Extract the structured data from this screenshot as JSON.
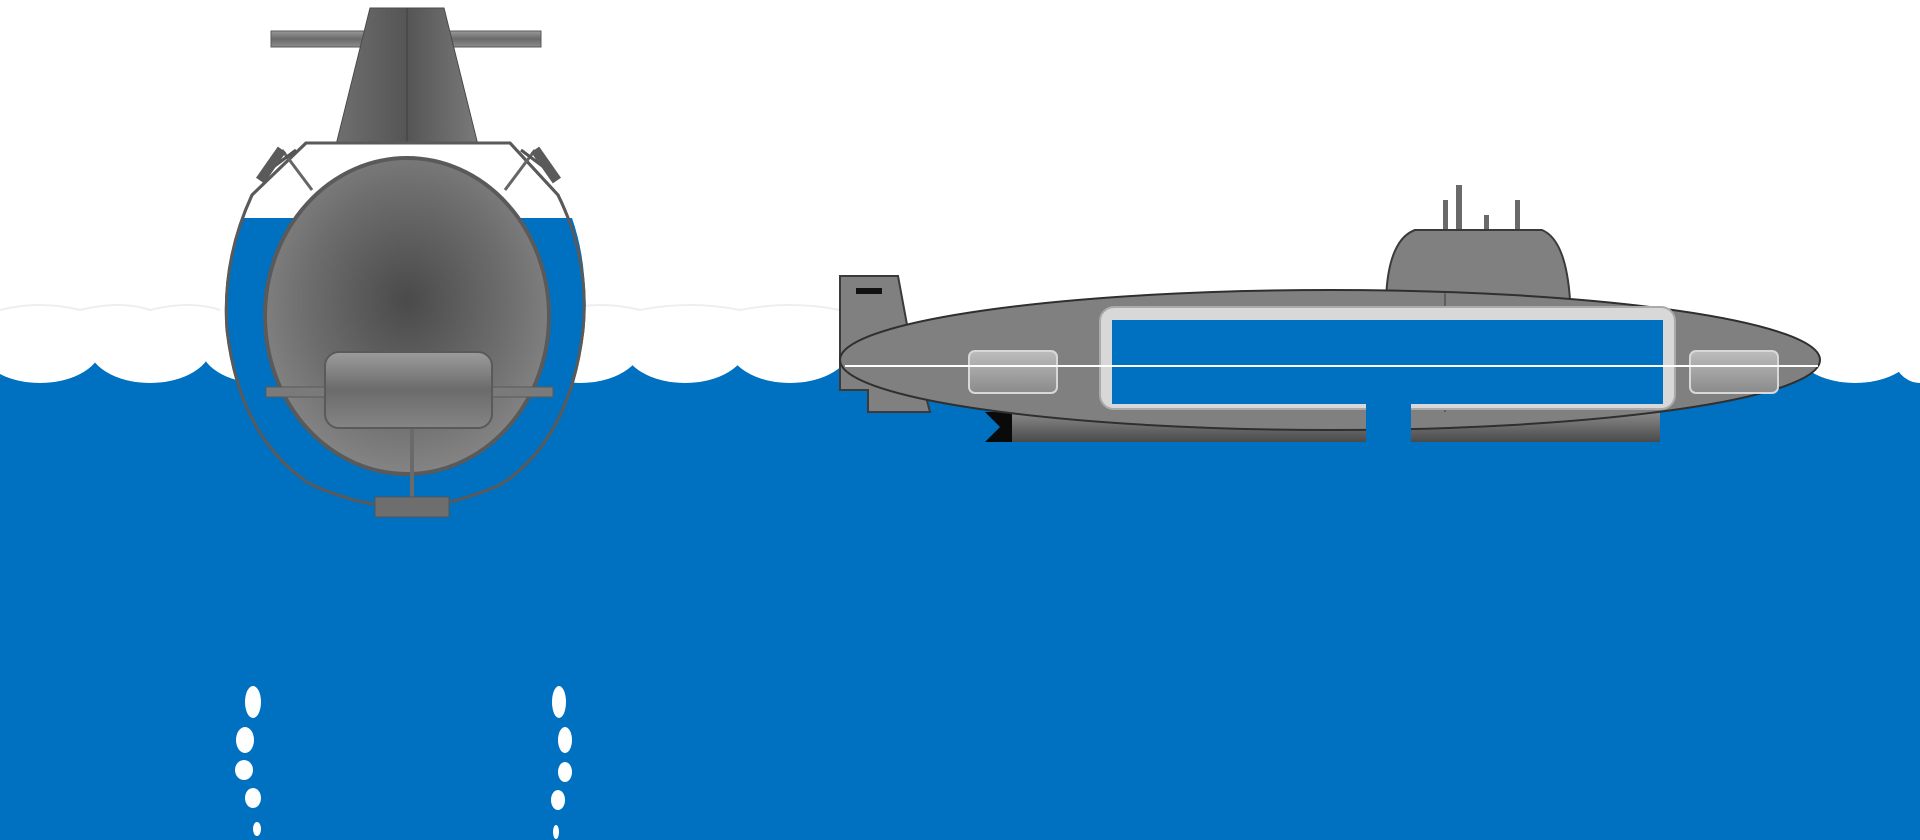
{
  "scene": {
    "subject": "submarine-ballast-diagram",
    "views": [
      "cross-section-front",
      "side-profile"
    ],
    "colors": {
      "sky": "#ffffff",
      "water": "#0070c0",
      "foam": "#ffffff",
      "hull_light": "#9a9a9a",
      "hull_mid": "#7f7f7f",
      "hull_dark": "#4d4d4d",
      "outline": "#555555",
      "ballast_tank": "#0070c0",
      "bubble": "#ffffff"
    },
    "icons": [
      "wave-icon",
      "bubble-icon",
      "submarine-icon",
      "sail-icon",
      "propeller-icon"
    ]
  }
}
